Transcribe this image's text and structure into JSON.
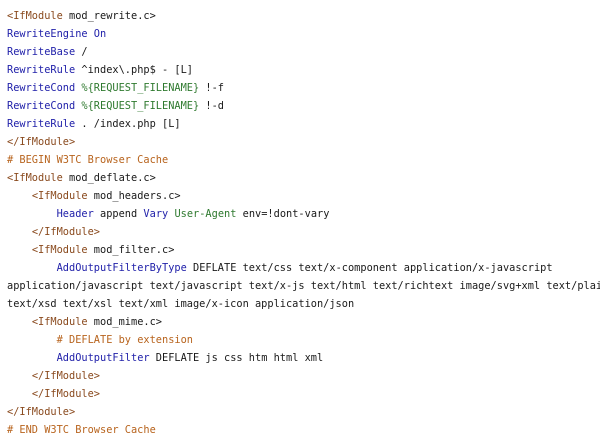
{
  "code": {
    "lines": [
      {
        "indent": "",
        "parts": [
          {
            "t": "<IfModule",
            "c": "tag"
          },
          {
            "t": " mod_rewrite.c>",
            "c": "txt"
          }
        ]
      },
      {
        "indent": "",
        "parts": [
          {
            "t": "RewriteEngine",
            "c": "dir"
          },
          {
            "t": " ",
            "c": "txt"
          },
          {
            "t": "On",
            "c": "dir"
          }
        ]
      },
      {
        "indent": "",
        "parts": [
          {
            "t": "RewriteBase",
            "c": "dir"
          },
          {
            "t": " /",
            "c": "txt"
          }
        ]
      },
      {
        "indent": "",
        "parts": [
          {
            "t": "RewriteRule",
            "c": "dir"
          },
          {
            "t": " ^index\\.php$ - [L]",
            "c": "txt"
          }
        ]
      },
      {
        "indent": "",
        "parts": [
          {
            "t": "RewriteCond",
            "c": "dir"
          },
          {
            "t": " ",
            "c": "txt"
          },
          {
            "t": "%{REQUEST_FILENAME}",
            "c": "var"
          },
          {
            "t": " !-f",
            "c": "txt"
          }
        ]
      },
      {
        "indent": "",
        "parts": [
          {
            "t": "RewriteCond",
            "c": "dir"
          },
          {
            "t": " ",
            "c": "txt"
          },
          {
            "t": "%{REQUEST_FILENAME}",
            "c": "var"
          },
          {
            "t": " !-d",
            "c": "txt"
          }
        ]
      },
      {
        "indent": "",
        "parts": [
          {
            "t": "RewriteRule",
            "c": "dir"
          },
          {
            "t": " . /index.php [L]",
            "c": "txt"
          }
        ]
      },
      {
        "indent": "",
        "parts": [
          {
            "t": "</IfModule>",
            "c": "tag"
          }
        ]
      },
      {
        "indent": "",
        "parts": [
          {
            "t": "# BEGIN W3TC Browser Cache",
            "c": "cmt"
          }
        ]
      },
      {
        "indent": "",
        "parts": [
          {
            "t": "<IfModule",
            "c": "tag"
          },
          {
            "t": " mod_deflate.c>",
            "c": "txt"
          }
        ]
      },
      {
        "indent": "    ",
        "parts": [
          {
            "t": "<IfModule",
            "c": "tag"
          },
          {
            "t": " mod_headers.c>",
            "c": "txt"
          }
        ]
      },
      {
        "indent": "        ",
        "parts": [
          {
            "t": "Header",
            "c": "dir"
          },
          {
            "t": " append ",
            "c": "txt"
          },
          {
            "t": "Vary",
            "c": "dir"
          },
          {
            "t": " ",
            "c": "txt"
          },
          {
            "t": "User-Agent",
            "c": "var"
          },
          {
            "t": " env=!dont-vary",
            "c": "txt"
          }
        ]
      },
      {
        "indent": "    ",
        "parts": [
          {
            "t": "</IfModule>",
            "c": "tag"
          }
        ]
      },
      {
        "indent": "    ",
        "parts": [
          {
            "t": "<IfModule",
            "c": "tag"
          },
          {
            "t": " mod_filter.c>",
            "c": "txt"
          }
        ]
      },
      {
        "indent": "        ",
        "parts": [
          {
            "t": "AddOutputFilterByType",
            "c": "dir"
          },
          {
            "t": " DEFLATE text/css text/x-component application/x-javascript",
            "c": "txt"
          }
        ]
      },
      {
        "indent": "",
        "parts": [
          {
            "t": "application/javascript text/javascript text/x-js text/html text/richtext image/svg+xml text/plain",
            "c": "txt"
          }
        ]
      },
      {
        "indent": "",
        "parts": [
          {
            "t": "text/xsd text/xsl text/xml image/x-icon application/json",
            "c": "txt"
          }
        ]
      },
      {
        "indent": "    ",
        "parts": [
          {
            "t": "<IfModule",
            "c": "tag"
          },
          {
            "t": " mod_mime.c>",
            "c": "txt"
          }
        ]
      },
      {
        "indent": "        ",
        "parts": [
          {
            "t": "# DEFLATE by extension",
            "c": "cmt"
          }
        ]
      },
      {
        "indent": "        ",
        "parts": [
          {
            "t": "AddOutputFilter",
            "c": "dir"
          },
          {
            "t": " DEFLATE js css htm html xml",
            "c": "txt"
          }
        ]
      },
      {
        "indent": "    ",
        "parts": [
          {
            "t": "</IfModule>",
            "c": "tag"
          }
        ]
      },
      {
        "indent": "    ",
        "parts": [
          {
            "t": "</IfModule>",
            "c": "tag"
          }
        ]
      },
      {
        "indent": "",
        "parts": [
          {
            "t": "</IfModule>",
            "c": "tag"
          }
        ]
      },
      {
        "indent": "",
        "parts": [
          {
            "t": "# END W3TC Browser Cache",
            "c": "cmt"
          }
        ]
      }
    ]
  }
}
